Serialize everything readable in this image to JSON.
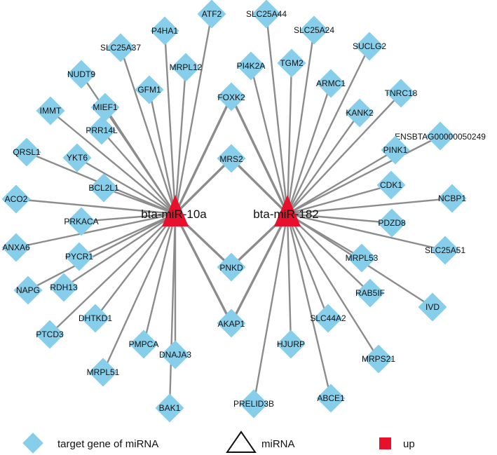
{
  "mirnas": [
    {
      "id": "m10a",
      "label": "bta-miR-10a",
      "color": "#e8112d"
    },
    {
      "id": "m182",
      "label": "bta-miR-182",
      "color": "#e8112d"
    }
  ],
  "genes": [
    {
      "label": "ATF2",
      "targets": [
        "m10a"
      ]
    },
    {
      "label": "P4HA1",
      "targets": [
        "m10a"
      ]
    },
    {
      "label": "SLC25A37",
      "targets": [
        "m10a"
      ]
    },
    {
      "label": "MRPL12",
      "targets": [
        "m10a"
      ]
    },
    {
      "label": "NUDT9",
      "targets": [
        "m10a"
      ]
    },
    {
      "label": "GFM1",
      "targets": [
        "m10a"
      ]
    },
    {
      "label": "MIEF1",
      "targets": [
        "m10a"
      ]
    },
    {
      "label": "IMMT",
      "targets": [
        "m10a"
      ]
    },
    {
      "label": "PRR14L",
      "targets": [
        "m10a"
      ]
    },
    {
      "label": "QRSL1",
      "targets": [
        "m10a"
      ]
    },
    {
      "label": "YKT6",
      "targets": [
        "m10a"
      ]
    },
    {
      "label": "BCL2L1",
      "targets": [
        "m10a"
      ]
    },
    {
      "label": "ACO2",
      "targets": [
        "m10a"
      ]
    },
    {
      "label": "PRKACA",
      "targets": [
        "m10a"
      ]
    },
    {
      "label": "ANXA6",
      "targets": [
        "m10a"
      ]
    },
    {
      "label": "PYCR1",
      "targets": [
        "m10a"
      ]
    },
    {
      "label": "NAPG",
      "targets": [
        "m10a"
      ]
    },
    {
      "label": "RDH13",
      "targets": [
        "m10a"
      ]
    },
    {
      "label": "PTCD3",
      "targets": [
        "m10a"
      ]
    },
    {
      "label": "DHTKD1",
      "targets": [
        "m10a"
      ]
    },
    {
      "label": "PMPCA",
      "targets": [
        "m10a"
      ]
    },
    {
      "label": "MRPL51",
      "targets": [
        "m10a"
      ]
    },
    {
      "label": "DNAJA3",
      "targets": [
        "m10a"
      ]
    },
    {
      "label": "BAK1",
      "targets": [
        "m10a"
      ]
    },
    {
      "label": "FOXK2",
      "targets": [
        "m10a",
        "m182"
      ]
    },
    {
      "label": "MRS2",
      "targets": [
        "m10a",
        "m182"
      ]
    },
    {
      "label": "PNKD",
      "targets": [
        "m10a",
        "m182"
      ]
    },
    {
      "label": "AKAP1",
      "targets": [
        "m10a",
        "m182"
      ]
    },
    {
      "label": "SLC25A44",
      "targets": [
        "m182"
      ]
    },
    {
      "label": "SLC25A24",
      "targets": [
        "m182"
      ]
    },
    {
      "label": "PI4K2A",
      "targets": [
        "m182"
      ]
    },
    {
      "label": "TGM2",
      "targets": [
        "m182"
      ]
    },
    {
      "label": "SUCLG2",
      "targets": [
        "m182"
      ]
    },
    {
      "label": "ARMC1",
      "targets": [
        "m182"
      ]
    },
    {
      "label": "TNRC18",
      "targets": [
        "m182"
      ]
    },
    {
      "label": "KANK2",
      "targets": [
        "m182"
      ]
    },
    {
      "label": "ENSBTAG00000050249",
      "targets": [
        "m182"
      ]
    },
    {
      "label": "PINK1",
      "targets": [
        "m182"
      ]
    },
    {
      "label": "CDK1",
      "targets": [
        "m182"
      ]
    },
    {
      "label": "NCBP1",
      "targets": [
        "m182"
      ]
    },
    {
      "label": "PDZD8",
      "targets": [
        "m182"
      ]
    },
    {
      "label": "SLC25A51",
      "targets": [
        "m182"
      ]
    },
    {
      "label": "MRPL53",
      "targets": [
        "m182"
      ]
    },
    {
      "label": "RAB5IF",
      "targets": [
        "m182"
      ]
    },
    {
      "label": "IVD",
      "targets": [
        "m182"
      ]
    },
    {
      "label": "SLC44A2",
      "targets": [
        "m182"
      ]
    },
    {
      "label": "HJURP",
      "targets": [
        "m182"
      ]
    },
    {
      "label": "MRPS21",
      "targets": [
        "m182"
      ]
    },
    {
      "label": "ABCE1",
      "targets": [
        "m182"
      ]
    },
    {
      "label": "PRELID3B",
      "targets": [
        "m182"
      ]
    }
  ],
  "legend": {
    "gene_label": "target gene of miRNA",
    "mirna_label": "miRNA",
    "up_label": "up",
    "gene_color": "#87ceeb",
    "up_color": "#e8112d"
  }
}
